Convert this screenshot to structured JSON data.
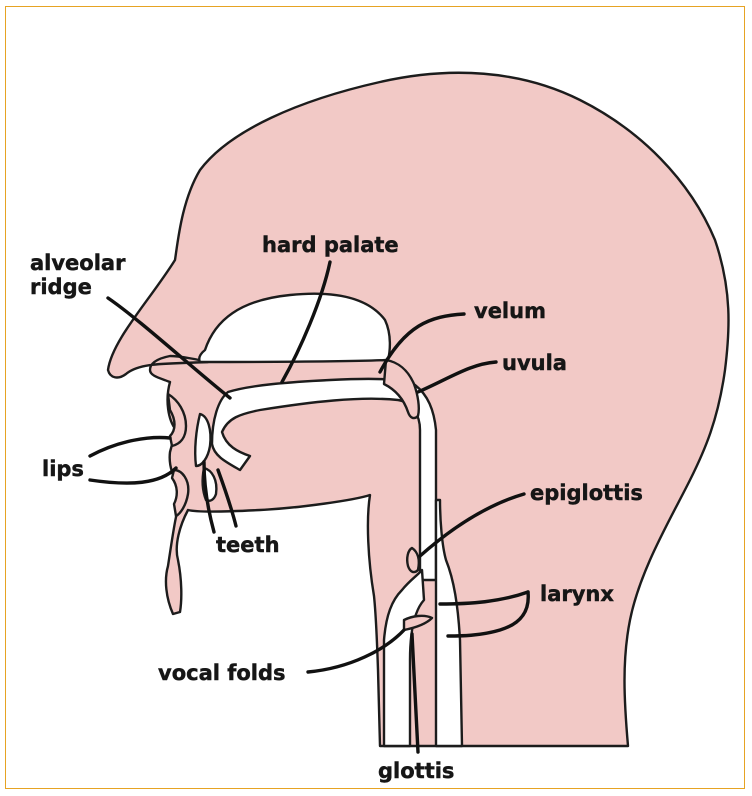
{
  "diagram": {
    "colors": {
      "tissue": "#f2c9c6",
      "outline": "#1c1c1c",
      "cavity": "#ffffff",
      "frame": "#e6a323",
      "label": "#161616"
    },
    "labels": {
      "alveolar_line1": "alveolar",
      "alveolar_line2": "ridge",
      "hard_palate": "hard palate",
      "velum": "velum",
      "uvula": "uvula",
      "lips": "lips",
      "teeth": "teeth",
      "epiglottis": "epiglottis",
      "larynx": "larynx",
      "vocal_folds": "vocal folds",
      "glottis": "glottis"
    }
  }
}
